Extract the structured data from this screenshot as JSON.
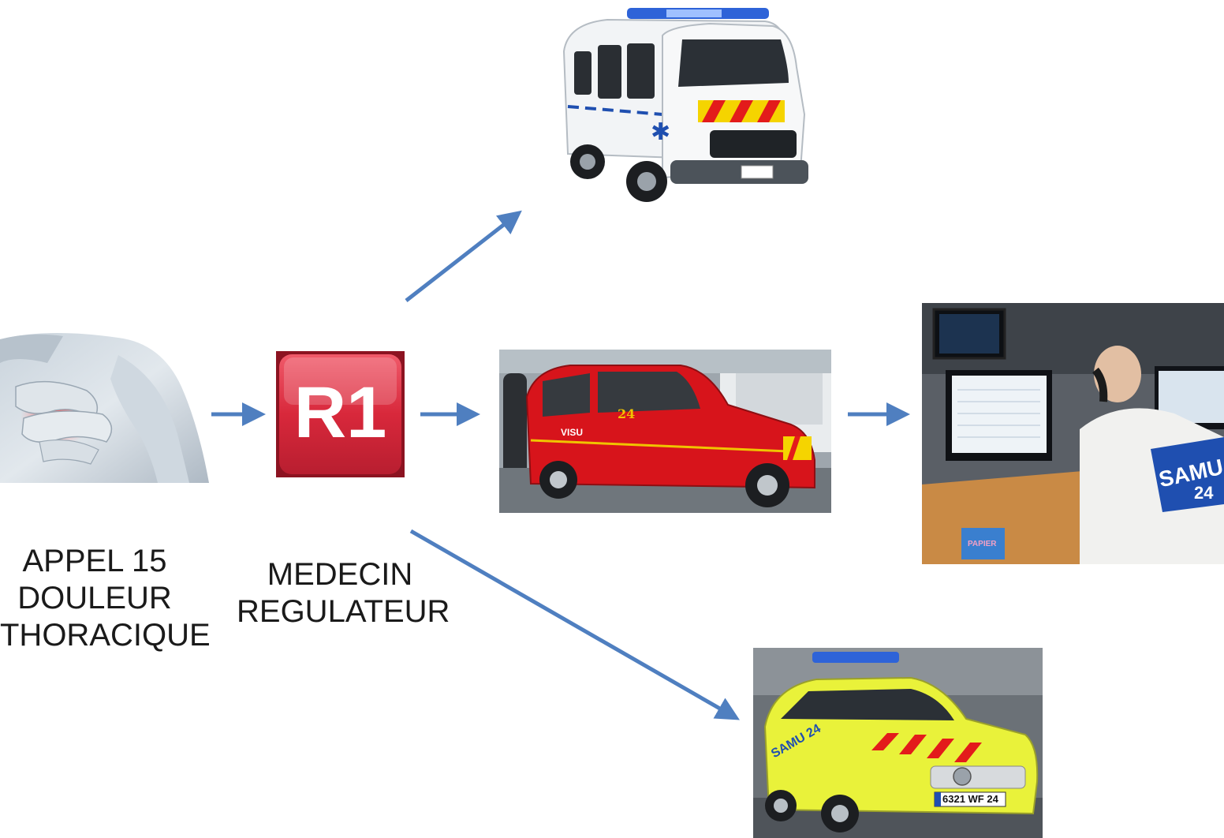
{
  "labels": {
    "caller": [
      "APPEL 15",
      "DOULEUR",
      "THORACIQUE"
    ],
    "regulator": [
      "MEDECIN",
      "REGULATEUR"
    ]
  },
  "badge": {
    "text": "R1",
    "color": "#d8283b"
  },
  "vehicles": {
    "vsav_plate_text": "",
    "visu_text": "VISU",
    "visu_number": "24",
    "samu_number": "SAMU 24",
    "umh_plate": "6321 WF 24",
    "umh_hood": "SAMU 24"
  },
  "dispatch": {
    "jacket_text": "SAMU",
    "jacket_number": "24",
    "box_text": "PAPIER"
  },
  "colors": {
    "arrow": "#4f7fc0",
    "arrow_dark": "#3b6aa8",
    "fire_red": "#d7141b",
    "samu_yellow": "#e9f23a"
  }
}
